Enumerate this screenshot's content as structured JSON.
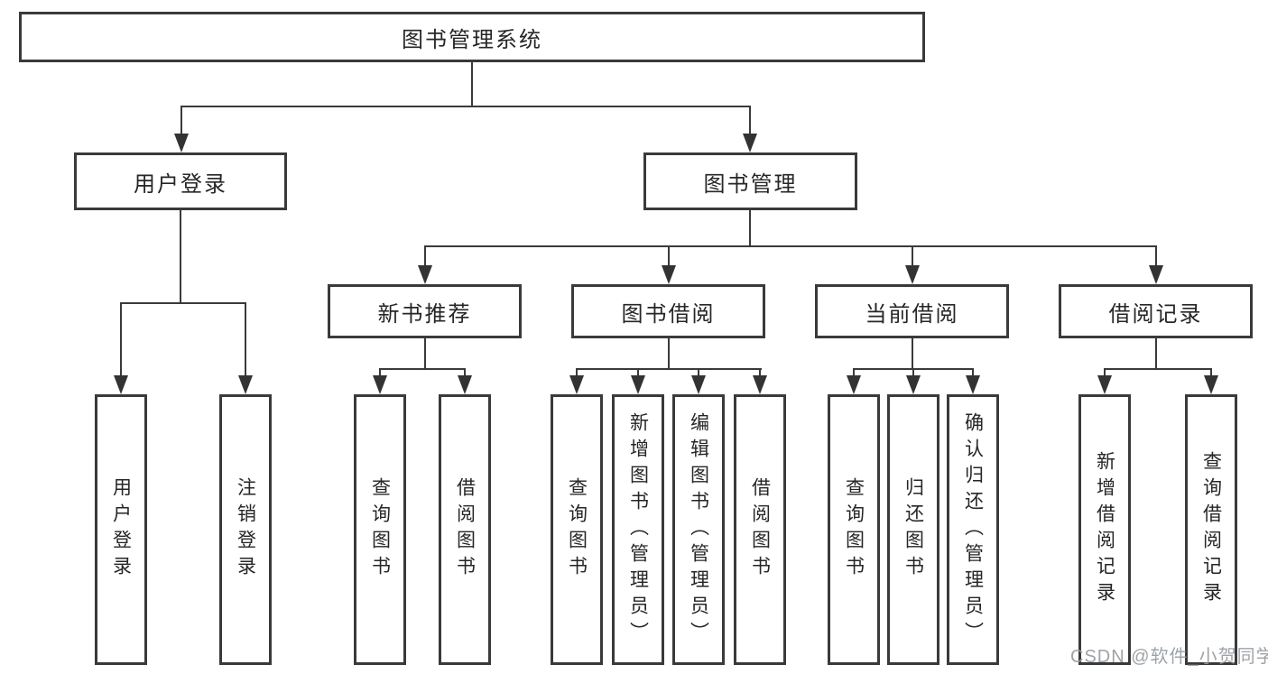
{
  "root": {
    "label": "图书管理系统"
  },
  "user_login": {
    "label": "用户登录",
    "children": {
      "login": {
        "label": "用户登录"
      },
      "logout": {
        "label": "注销登录"
      }
    }
  },
  "book_mgmt": {
    "label": "图书管理"
  },
  "new_book": {
    "label": "新书推荐",
    "children": {
      "query": {
        "label": "查询图书"
      },
      "borrow": {
        "label": "借阅图书"
      }
    }
  },
  "book_borrow": {
    "label": "图书借阅",
    "children": {
      "query": {
        "label": "查询图书"
      },
      "add": {
        "label": "新增图书（管理员）"
      },
      "edit": {
        "label": "编辑图书（管理员）"
      },
      "borrow": {
        "label": "借阅图书"
      }
    }
  },
  "current_borrow": {
    "label": "当前借阅",
    "children": {
      "query": {
        "label": "查询图书"
      },
      "return": {
        "label": "归还图书"
      },
      "confirm": {
        "label": "确认归还（管理员）"
      }
    }
  },
  "borrow_record": {
    "label": "借阅记录",
    "children": {
      "add": {
        "label": "新增借阅记录"
      },
      "query": {
        "label": "查询借阅记录"
      }
    }
  },
  "watermark": {
    "text": "CSDN @软件_小贺同学"
  },
  "colors": {
    "line": "#3a3a3a",
    "box_border": "#3a3a3a",
    "text": "#262626",
    "watermark": "#969ba1",
    "background": "#ffffff"
  }
}
